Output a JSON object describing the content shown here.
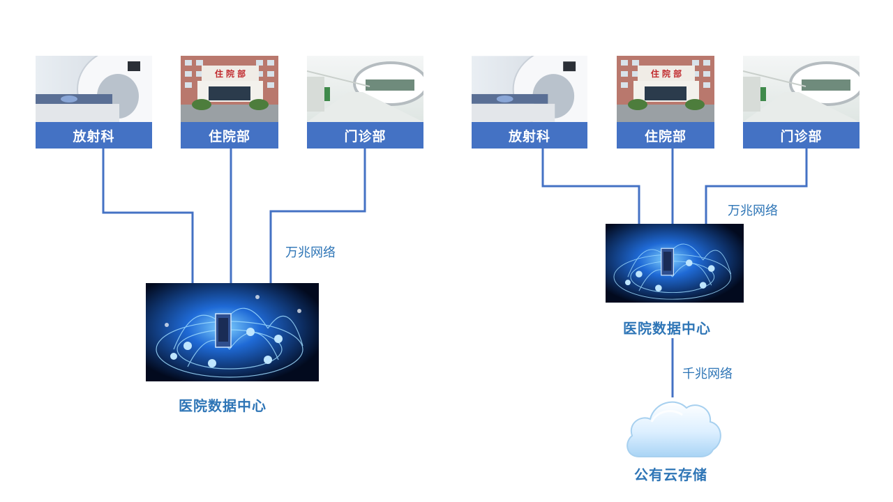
{
  "colors": {
    "accent": "#4472c4",
    "text_blue": "#2e75b6",
    "line_blue": "#4472c4"
  },
  "left": {
    "departments": [
      {
        "label": "放射科",
        "photo": "ct-scanner-photo"
      },
      {
        "label": "住院部",
        "photo": "inpatient-building-photo"
      },
      {
        "label": "门诊部",
        "photo": "outpatient-hall-photo"
      }
    ],
    "network_label": "万兆网络",
    "datacenter_label": "医院数据中心"
  },
  "right": {
    "departments": [
      {
        "label": "放射科",
        "photo": "ct-scanner-photo"
      },
      {
        "label": "住院部",
        "photo": "inpatient-building-photo"
      },
      {
        "label": "门诊部",
        "photo": "outpatient-hall-photo"
      }
    ],
    "network_label": "万兆网络",
    "datacenter_label": "医院数据中心",
    "cloud_network_label": "千兆网络",
    "cloud_label": "公有云存储"
  }
}
